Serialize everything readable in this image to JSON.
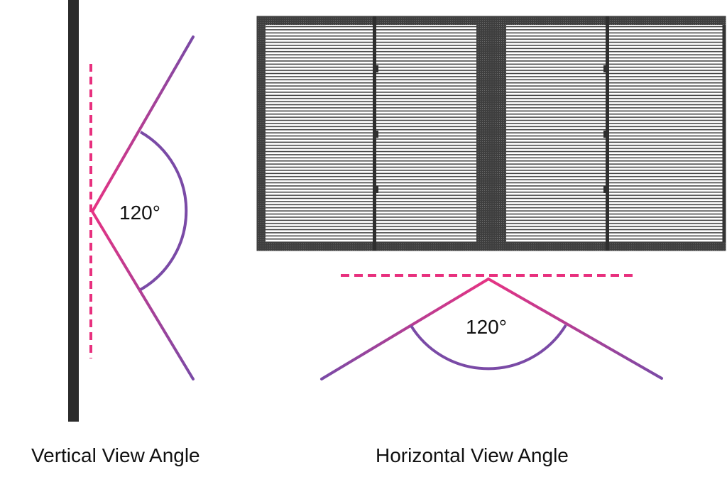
{
  "vertical": {
    "angle_label": "120°",
    "caption": "Vertical View Angle"
  },
  "horizontal": {
    "angle_label": "120°",
    "caption": "Horizontal View Angle"
  },
  "colors": {
    "dashed_reference": "#e8307e",
    "ray_start": "#e63383",
    "ray_end": "#7a4aa6",
    "arc": "#7a4aa6",
    "panel_bar": "#2b2b2b",
    "screen_line": "#3a3a3a"
  },
  "icons": [
    "led-screen-panel-icon",
    "wall-bar-icon"
  ]
}
